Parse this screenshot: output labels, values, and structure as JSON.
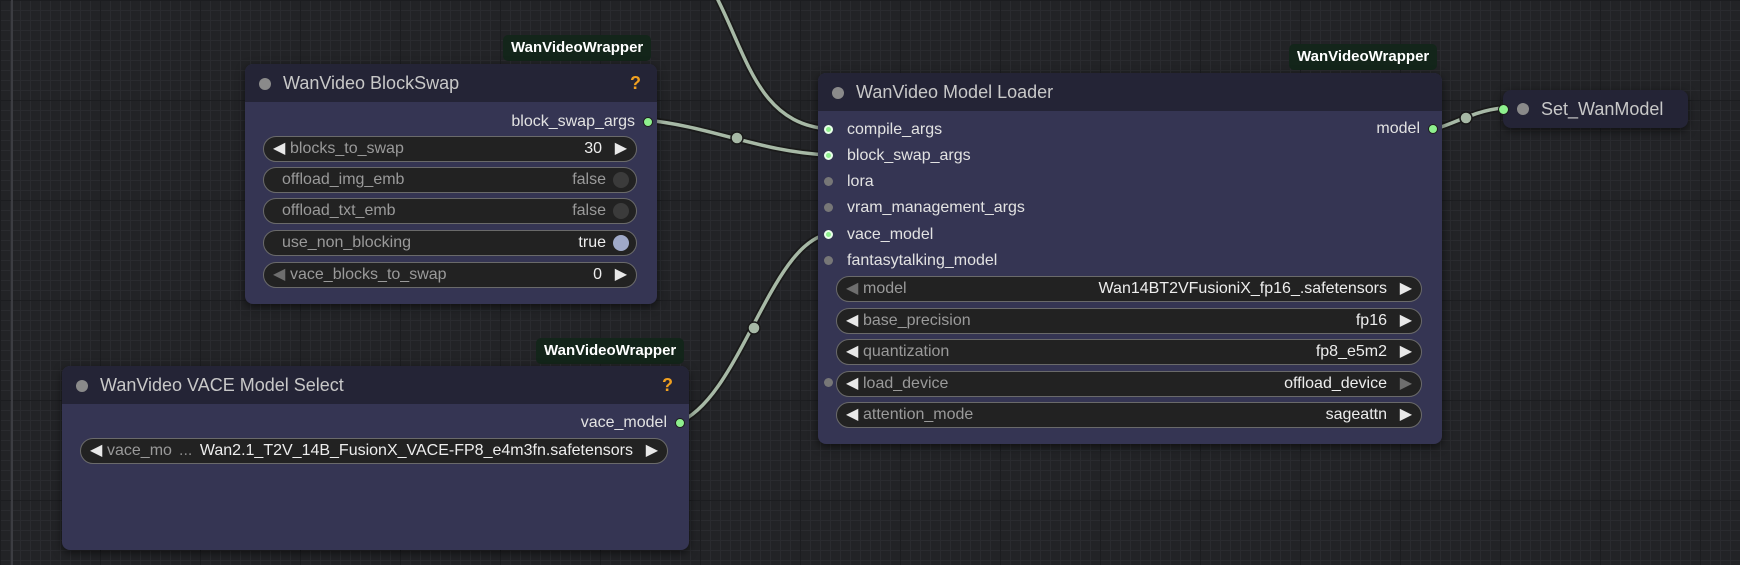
{
  "badges": {
    "blockswap": "WanVideoWrapper",
    "model_loader": "WanVideoWrapper",
    "vace_select": "WanVideoWrapper"
  },
  "blockswap": {
    "title": "WanVideo BlockSwap",
    "help": "?",
    "output": "block_swap_args",
    "widgets": {
      "blocks_to_swap": {
        "label": "blocks_to_swap",
        "value": "30"
      },
      "offload_img_emb": {
        "label": "offload_img_emb",
        "value": "false"
      },
      "offload_txt_emb": {
        "label": "offload_txt_emb",
        "value": "false"
      },
      "use_non_blocking": {
        "label": "use_non_blocking",
        "value": "true"
      },
      "vace_blocks_to_swap": {
        "label": "vace_blocks_to_swap",
        "value": "0"
      }
    }
  },
  "vace_select": {
    "title": "WanVideo VACE Model Select",
    "help": "?",
    "output": "vace_model",
    "widget": {
      "label": "vace_mo",
      "ellipsis": "...",
      "value": "Wan2.1_T2V_14B_FusionX_VACE-FP8_e4m3fn.safetensors"
    }
  },
  "model_loader": {
    "title": "WanVideo Model Loader",
    "output": "model",
    "inputs": {
      "compile_args": "compile_args",
      "block_swap_args": "block_swap_args",
      "lora": "lora",
      "vram_management_args": "vram_management_args",
      "vace_model": "vace_model",
      "fantasytalking_model": "fantasytalking_model"
    },
    "widgets": {
      "model": {
        "label": "model",
        "value": "Wan14BT2VFusioniX_fp16_.safetensors"
      },
      "base_precision": {
        "label": "base_precision",
        "value": "fp16"
      },
      "quantization": {
        "label": "quantization",
        "value": "fp8_e5m2"
      },
      "load_device": {
        "label": "load_device",
        "value": "offload_device"
      },
      "attention_mode": {
        "label": "attention_mode",
        "value": "sageattn"
      }
    }
  },
  "set_node": {
    "title": "Set_WanModel"
  },
  "glyphs": {
    "left": "◀",
    "right": "▶"
  },
  "colors": {
    "link": "#a7b9a6",
    "socket_connected": "#8ef08e",
    "badge_bg": "#13251a",
    "help": "#f0a020",
    "node_body": "#353553",
    "node_title": "#242436"
  }
}
